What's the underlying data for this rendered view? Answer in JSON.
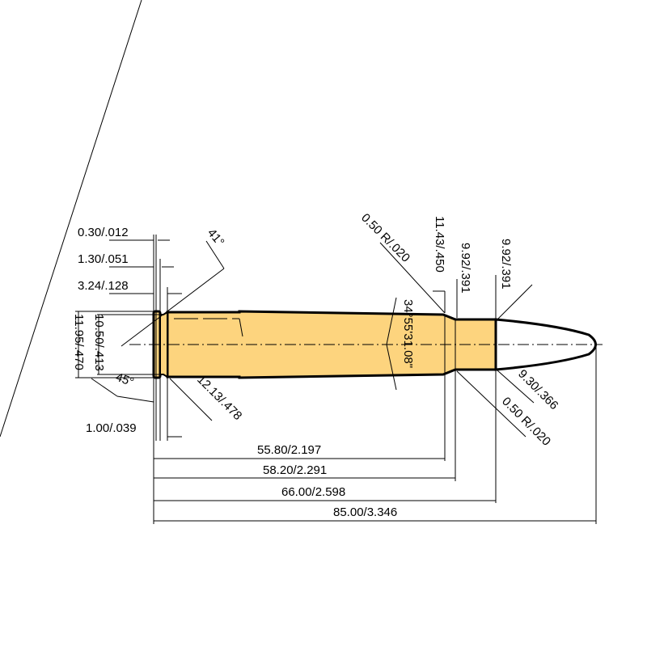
{
  "colors": {
    "case": "#fdd47e",
    "outline": "#000000",
    "bullet": "#ffffff"
  },
  "dimensions": {
    "rim_thickness": "0.30/.012",
    "rim_groove": "1.30/.051",
    "extractor_groove": "3.24/.128",
    "rim_chamfer": "1.00/.039",
    "rim_diameter": "11.95/.470",
    "groove_diameter": "10.50/.413",
    "base_diameter": "12.13/.478",
    "groove_angle": "41°",
    "rim_angle": "45°",
    "shoulder_radius_top": "0.50 R/.020",
    "shoulder_diameter": "11.43/.450",
    "neck_diameter_rear": "9.92/.391",
    "neck_diameter_front": "9.92/.391",
    "shoulder_angle": "34°55'31.08\"",
    "bullet_diameter": "9.30/.366",
    "neck_radius_bottom": "0.50 R/.020",
    "length_to_shoulder": "55.80/2.197",
    "length_to_neck": "58.20/2.291",
    "case_length": "66.00/2.598",
    "overall_length": "85.00/3.346"
  }
}
